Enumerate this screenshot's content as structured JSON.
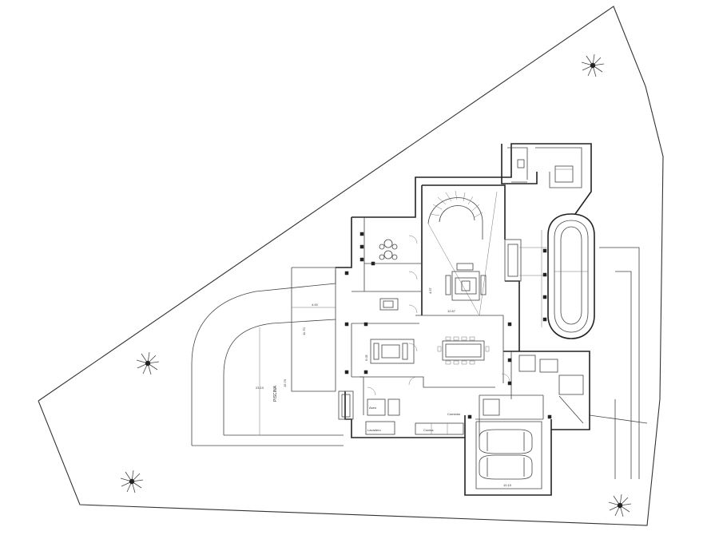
{
  "labels": {
    "pool": "PISCINA",
    "dim_porch_depth": "4.00",
    "dim_terrace_long": "11.70",
    "dim_lot_side": "15.70",
    "dim_left_span": "23.10",
    "dim_garage_width": "10.10",
    "dim_pool_lane": "12.67",
    "dim_living_height": "4.57",
    "dim_left_wall": "5.05",
    "room_dining": "Comedor",
    "room_cooking": "Cocina",
    "room_bath": "Aseo",
    "room_laundry": "Lavadero"
  },
  "colors": {
    "line": "#222222",
    "paper": "#ffffff",
    "tree": "#111111"
  },
  "icons": {
    "tree": "palm-tree-icon",
    "car": "car-icon",
    "sofa": "sofa-icon",
    "table": "dining-table-icon",
    "bed": "bed-icon"
  }
}
